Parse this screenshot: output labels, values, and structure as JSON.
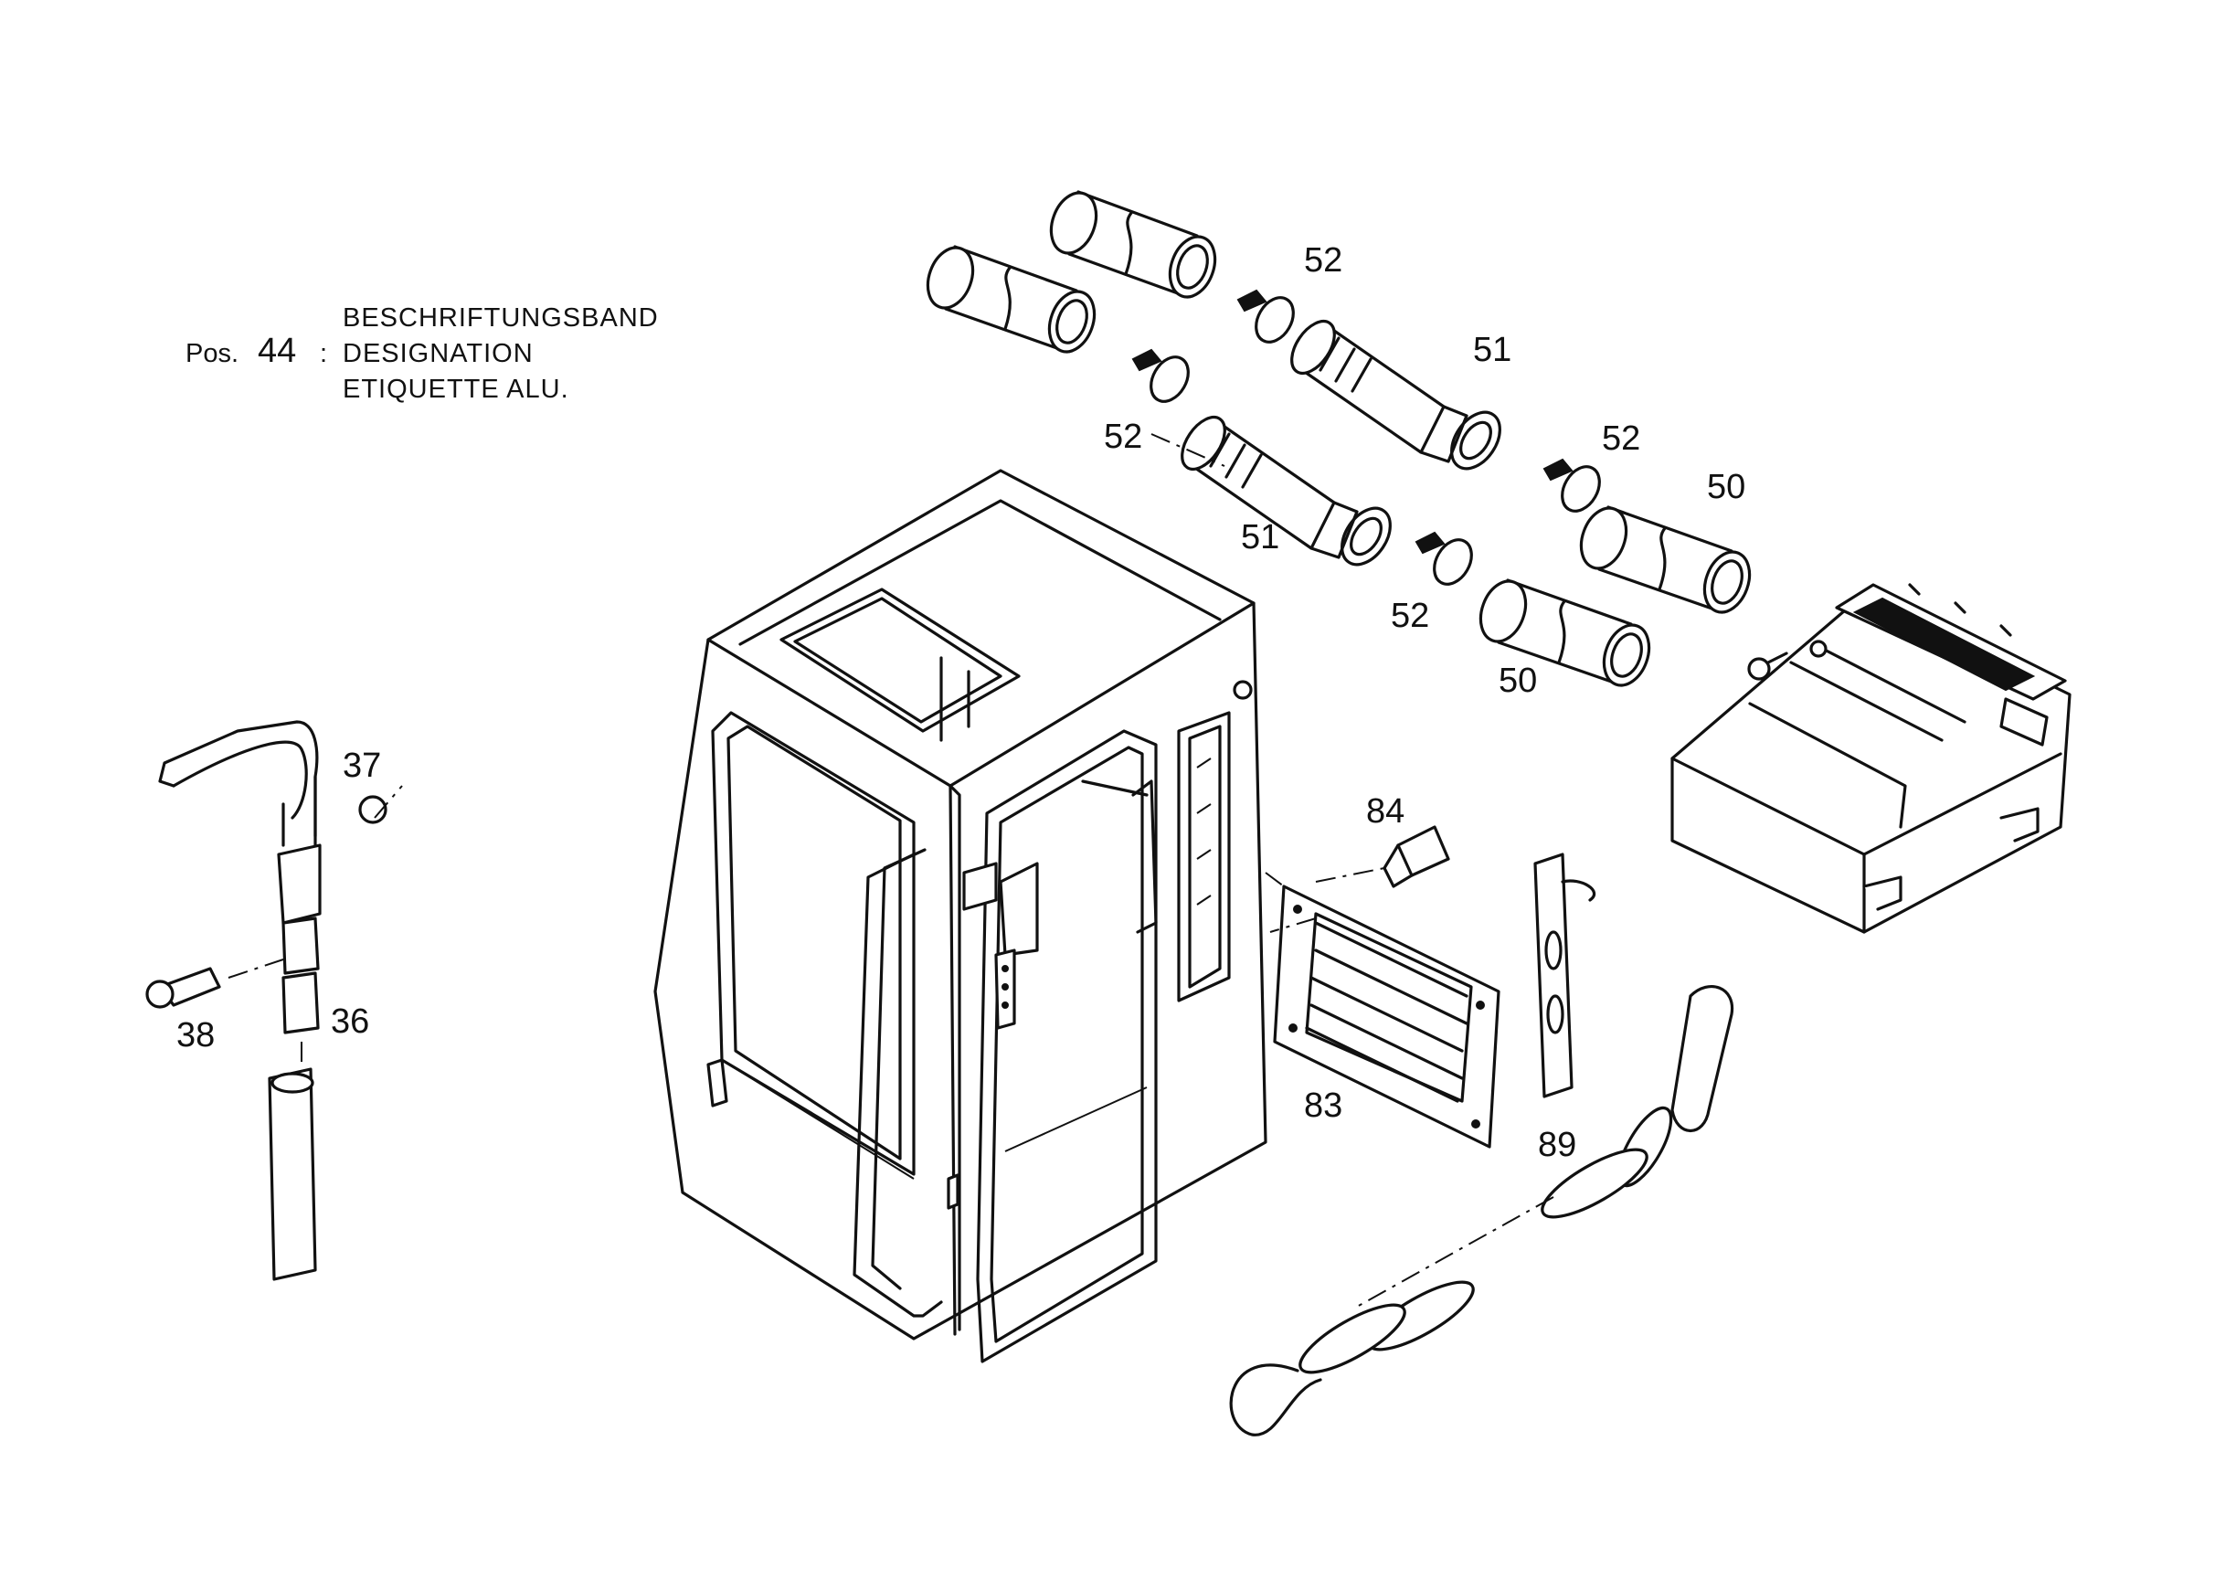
{
  "note": {
    "prefix": "Pos.",
    "number": "44",
    "separator": ":",
    "lines": [
      "BESCHRIFTUNGSBAND",
      "DESIGNATION",
      "ETIQUETTE ALU."
    ]
  },
  "callouts": {
    "c52a": "52",
    "c52b": "52",
    "c52c": "52",
    "c52d": "52",
    "c51a": "51",
    "c51b": "51",
    "c50a": "50",
    "c50b": "50",
    "c37": "37",
    "c38": "38",
    "c36": "36",
    "c84": "84",
    "c83": "83",
    "c89": "89"
  }
}
